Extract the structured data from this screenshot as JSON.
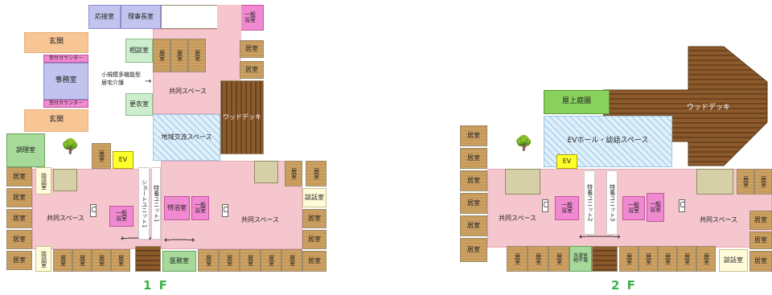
{
  "floor1": {
    "label": "1 F",
    "reception_room": "応接室",
    "director_room": "理事長室",
    "bath_general_top": "一般\n浴室",
    "entrance_top": "玄関",
    "reception_counter_1": "受付カウンター",
    "office": "事務室",
    "reception_counter_2": "受付カウンター",
    "entrance_bottom": "玄関",
    "consultation_room": "相談室",
    "small_multifunction": "小規模多機能型\n居宅介護",
    "common_space_top": "共同スペース",
    "changing_room": "更衣室",
    "wood_deck": "ウッドデッキ",
    "community_space": "地域交流スペース",
    "kitchen": "調理室",
    "ev": "EV",
    "talk_room_left": "談話室",
    "short_unit": "ショートユニット1",
    "tokuyo_unit": "特養ユニット1",
    "common_space_left": "共同スペース",
    "common_space_right": "共同スペース",
    "bath_general_mid": "一般\n浴室",
    "special_bath": "特浴室",
    "bath_general_right": "一般\n浴室",
    "talk_room_right": "談話室",
    "talk_room_bottom": "談話室",
    "medical_room": "医務室",
    "room": "居室"
  },
  "floor2": {
    "label": "2 F",
    "rooftop_garden": "屋上庭園",
    "wood_deck": "ウッドデッキ",
    "ev_hall": "EVホール・談話スペース",
    "ev": "EV",
    "tokuyo_unit2": "特養ユニット2",
    "tokuyo_unit3": "特養ユニット3",
    "common_space_left": "共同スペース",
    "common_space_right": "共同スペース",
    "bath_general_left": "一般\n浴室",
    "bath_general_mid": "一般\n浴室",
    "bath_general_right": "一般\n浴室",
    "laundry": "洗濯室\n物干場",
    "talk_room": "談話室",
    "room": "居室"
  },
  "colors": {
    "floor_label": "#3bb34a",
    "common_space": "#f6c6cf",
    "rooftop": "#88d15c",
    "wood_deck": "#8c5a2b"
  }
}
